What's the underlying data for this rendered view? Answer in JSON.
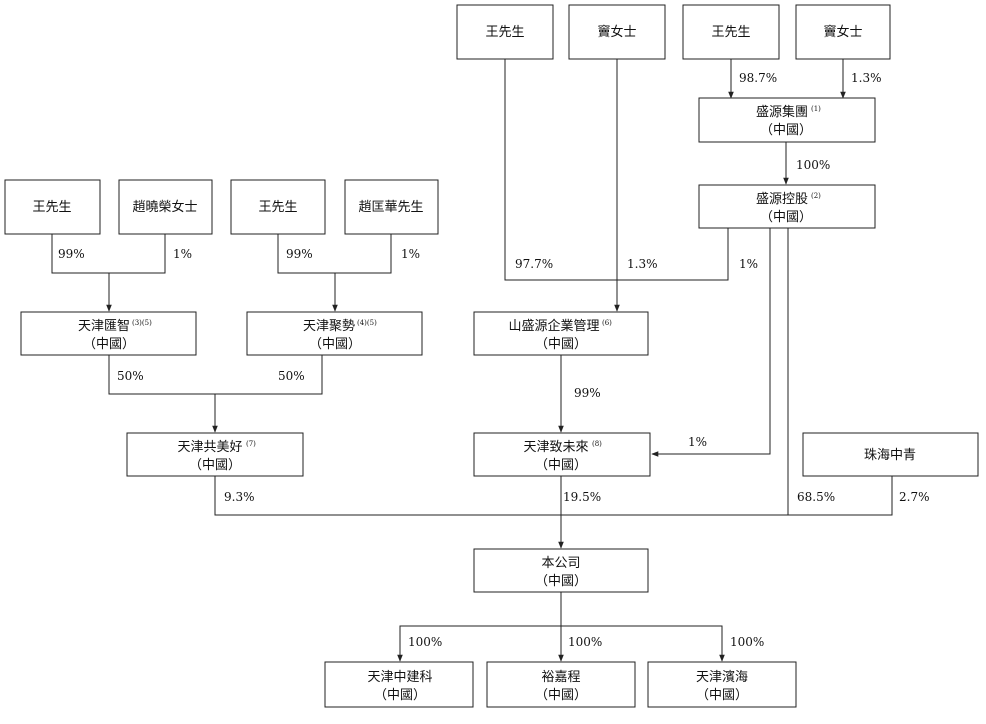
{
  "nodes": {
    "wang_top1": {
      "name": "王先生"
    },
    "dou_top1": {
      "name": "竇女士"
    },
    "wang_top2": {
      "name": "王先生"
    },
    "dou_top2": {
      "name": "竇女士"
    },
    "shengyuan_group": {
      "name": "盛源集團",
      "note": "(1)",
      "region": "（中國）"
    },
    "shengyuan_holding": {
      "name": "盛源控股",
      "note": "(2)",
      "region": "（中國）"
    },
    "wang_left1": {
      "name": "王先生"
    },
    "zhao_xiaorong": {
      "name": "趙曉榮女士"
    },
    "wang_left2": {
      "name": "王先生"
    },
    "zhao_kuanghua": {
      "name": "趙匡華先生"
    },
    "tianjin_huizhi": {
      "name": "天津匯智",
      "note": "(3)(5)",
      "region": "（中國）"
    },
    "tianjin_jushi": {
      "name": "天津聚勢",
      "note": "(4)(5)",
      "region": "（中國）"
    },
    "shan_shengyuan": {
      "name": "山盛源企業管理",
      "note": "(6)",
      "region": "（中國）"
    },
    "tianjin_gongmeihao": {
      "name": "天津共美好",
      "note": "(7)",
      "region": "（中國）"
    },
    "tianjin_zhiweilai": {
      "name": "天津致未來",
      "note": "(8)",
      "region": "（中國）"
    },
    "zhuhai_zhongqing": {
      "name": "珠海中青"
    },
    "company": {
      "name": "本公司",
      "region": "（中國）"
    },
    "tianjin_zhongjianke": {
      "name": "天津中建科",
      "region": "（中國）"
    },
    "yujiacheng": {
      "name": "裕嘉程",
      "region": "（中國）"
    },
    "tianjin_binhai": {
      "name": "天津濱海",
      "region": "（中國）"
    }
  },
  "percents": {
    "wang_to_group": "98.7%",
    "dou_to_group": "1.3%",
    "group_to_holding": "100%",
    "wang_to_shan": "97.7%",
    "dou_to_shan": "1.3%",
    "holding_to_shan": "1%",
    "wang_to_huizhi": "99%",
    "zhao_to_huizhi": "1%",
    "wang_to_jushi": "99%",
    "zhao_to_jushi": "1%",
    "huizhi_to_gongmeihao": "50%",
    "jushi_to_gongmeihao": "50%",
    "shan_to_zhiweilai": "99%",
    "holding_to_zhiweilai": "1%",
    "gongmeihao_to_company": "9.3%",
    "zhiweilai_to_company": "19.5%",
    "holding_to_company": "68.5%",
    "zhuhai_to_company": "2.7%",
    "company_to_zhongjianke": "100%",
    "company_to_yujiacheng": "100%",
    "company_to_binhai": "100%"
  }
}
